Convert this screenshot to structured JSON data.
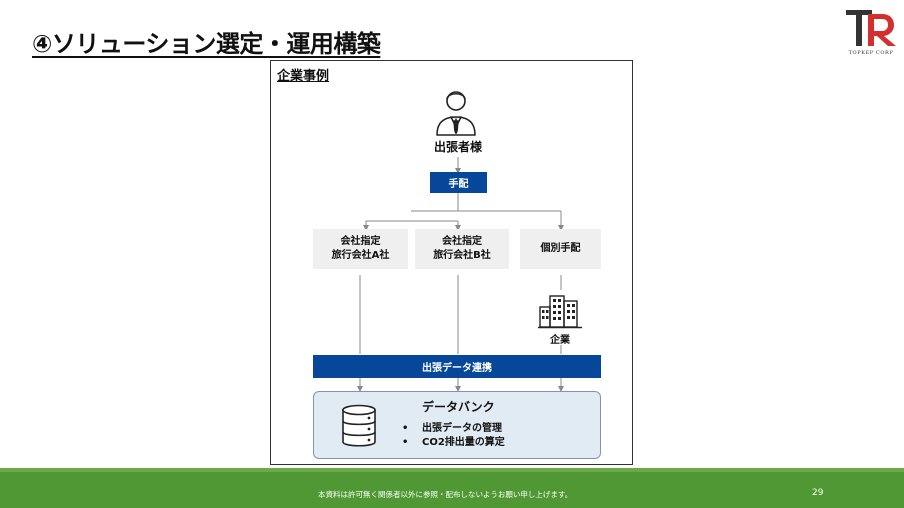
{
  "slide": {
    "title": "④ソリューション選定・運用構築"
  },
  "logo": {
    "mark": "TR",
    "subtitle": "TOPKEP CORP",
    "color_primary": "#d32f2f",
    "color_secondary": "#333333"
  },
  "frame": {
    "label": "企業事例"
  },
  "diagram": {
    "traveler": {
      "icon": "person-icon",
      "label": "出張者様"
    },
    "arrange_button": {
      "label": "手配"
    },
    "routes": [
      {
        "line1": "会社指定",
        "line2": "旅行会社A社"
      },
      {
        "line1": "会社指定",
        "line2": "旅行会社B社"
      },
      {
        "line1": "個別手配",
        "line2": ""
      }
    ],
    "company": {
      "icon": "building-icon",
      "label": "企業"
    },
    "data_link_bar": {
      "label": "出張データ連携"
    },
    "databank": {
      "icon": "database-icon",
      "title": "データバンク",
      "items": [
        {
          "bullet": "•",
          "text": "出張データの管理"
        },
        {
          "bullet": "•",
          "text": "CO2排出量の算定"
        }
      ]
    }
  },
  "footer": {
    "notice": "本資料は許可無く関係者以外に参照・配布しないようお願い申し上げます。",
    "page_number": "29"
  },
  "colors": {
    "accent_blue": "#06479a",
    "databank_fill": "#e1ebf4",
    "footer_green": "#4f9833",
    "box_gray": "#efefef"
  }
}
